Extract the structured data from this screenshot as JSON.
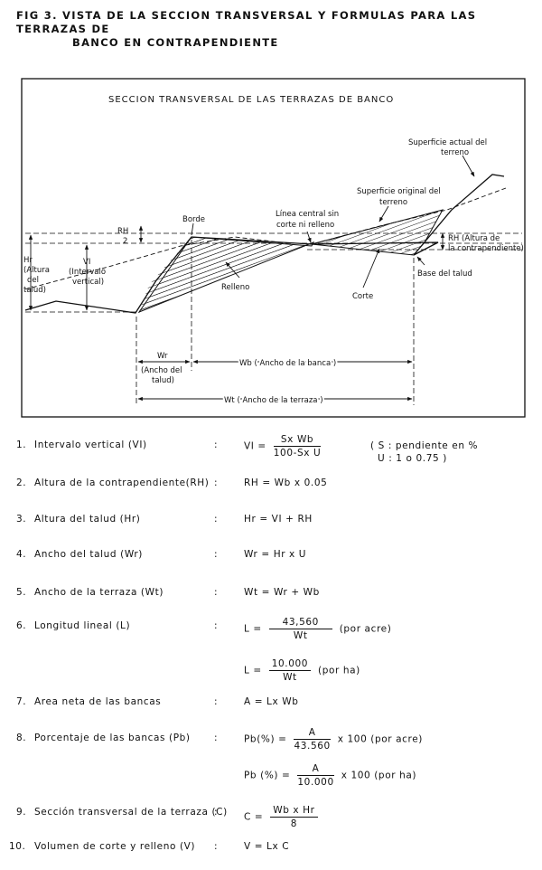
{
  "caption": {
    "line1": "FIG 3.  VISTA DE LA SECCION TRANSVERSAL Y FORMULAS PARA LAS TERRAZAS DE",
    "line2": "BANCO  EN  CONTRAPENDIENTE"
  },
  "diagram": {
    "title": "SECCION TRANSVERSAL DE LAS TERRAZAS DE BANCO",
    "labels": {
      "superficie_actual_1": "Superficie actual del",
      "superficie_actual_2": "terreno",
      "superficie_original_1": "Superficie original del",
      "superficie_original_2": "terreno",
      "linea_central_1": "Línea central sin",
      "linea_central_2": "corte ni relleno",
      "borde": "Borde",
      "rh_top": "RH",
      "rh_two": "2",
      "hr_1": "Hr",
      "hr_2": "(Altura",
      "hr_3": "del",
      "hr_4": "talud)",
      "vi_1": "VI",
      "vi_2": "(Intervalo",
      "vi_3": "vertical)",
      "relleno": "Relleno",
      "corte": "Corte",
      "rh_right_1": "RH (Altura de",
      "rh_right_2": "la contrapendiente)",
      "base_talud": "Base del talud",
      "wr_1": "Wr",
      "wr_2": "(Ancho del",
      "wr_3": "talud)",
      "wb": "Wb ( Ancho de la banca )",
      "wt": "Wt ( Ancho de la terraza )"
    }
  },
  "formulas": [
    {
      "n": "1.",
      "label": "Intervalo vertical (VI)",
      "lhs": "VI =",
      "num": "Sx Wb",
      "den": "100-Sx U",
      "note1": "( S : pendiente en %",
      "note2": "U : 1 o 0.75 )"
    },
    {
      "n": "2.",
      "label": "Altura de la contrapendiente(RH)",
      "text": "RH =  Wb x 0.05"
    },
    {
      "n": "3.",
      "label": "Altura del talud (Hr)",
      "text": "Hr =  VI + RH"
    },
    {
      "n": "4.",
      "label": "Ancho del talud (Wr)",
      "text": "Wr =  Hr x U"
    },
    {
      "n": "5.",
      "label": "Ancho de la terraza (Wt)",
      "text": "Wt =  Wr + Wb"
    },
    {
      "n": "6.",
      "label": "Longitud lineal (L)",
      "lhs": "L  =",
      "num": "43,560",
      "den": "Wt",
      "tail": "(por acre)",
      "lhs2": "L  =",
      "num2": "10.000",
      "den2": "Wt",
      "tail2": "(por ha)"
    },
    {
      "n": "7.",
      "label": "Area neta de las bancas",
      "text": "A =  Lx Wb"
    },
    {
      "n": "8.",
      "label": "Porcentaje de las bancas (Pb)",
      "lhs": "Pb(%) =",
      "num": "A",
      "den": "43.560",
      "tail": "x 100  (por acre)",
      "lhs2": "Pb (%) =",
      "num2": "A",
      "den2": "10.000",
      "tail2": "x 100  (por ha)"
    },
    {
      "n": "9.",
      "label": "Sección transversal de la terraza (C)",
      "lhs": "C =",
      "num": "Wb x Hr",
      "den": "8"
    },
    {
      "n": "10.",
      "label": "Volumen de corte y relleno (V)",
      "text": "V =  Lx C"
    }
  ]
}
